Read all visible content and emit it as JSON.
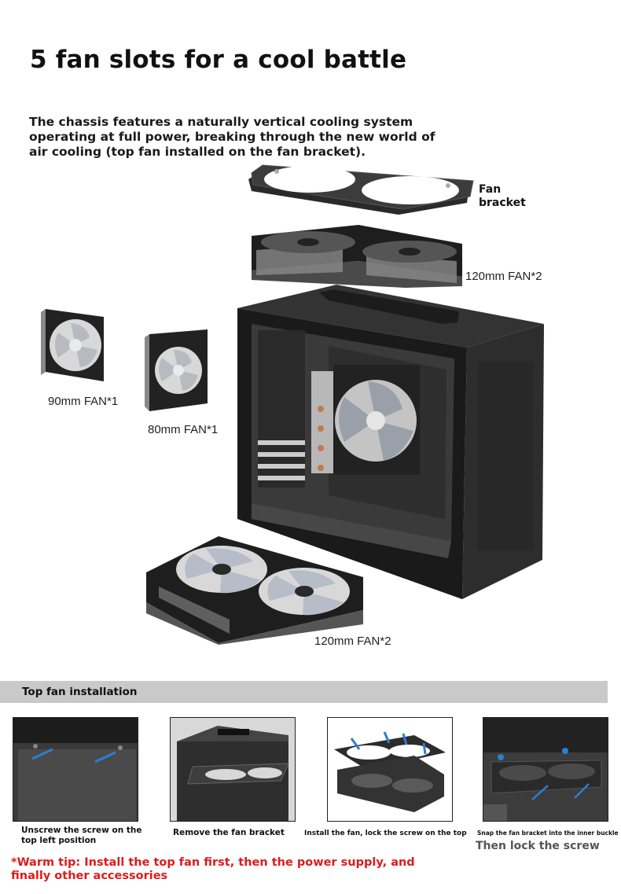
{
  "heading": "5 fan slots for a cool battle",
  "intro": "The chassis features a naturally vertical cooling system operating at full power, breaking through the new world of air cooling (top fan installed on the fan bracket).",
  "labels": {
    "fan_bracket_line1": "Fan",
    "fan_bracket_line2": "bracket",
    "top_fans": "120mm FAN*2",
    "fan_90": "90mm FAN*1",
    "fan_80": "80mm FAN*1",
    "bottom_fans": "120mm FAN*2"
  },
  "section": {
    "title": "Top fan installation"
  },
  "steps": [
    {
      "caption": "Unscrew the screw on the top left position"
    },
    {
      "caption": "Remove the fan bracket"
    },
    {
      "caption": "Install the fan, lock the screw on the top"
    },
    {
      "caption": "Snap the fan bracket into the inner buckle",
      "caption2": "Then lock the screw"
    }
  ],
  "warning": "*Warm tip: Install the top fan first, then the power supply, and finally other accessories",
  "colors": {
    "warning": "#e01a1a",
    "band": "#c9c9c9",
    "case": "#2b2b2b",
    "screw_marker": "#2a7fd4"
  }
}
